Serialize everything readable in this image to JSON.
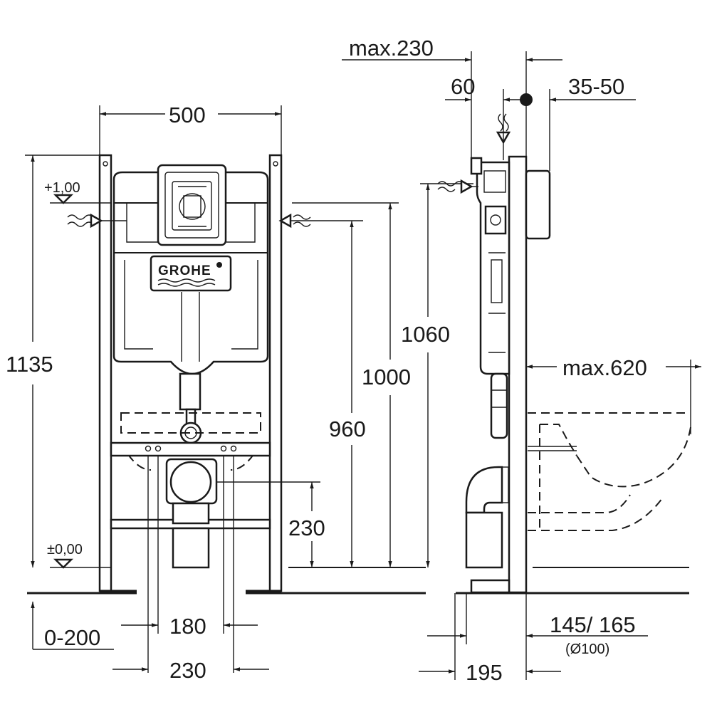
{
  "brand": {
    "logo_text": "GROHE"
  },
  "levels": {
    "upper": "+1,00",
    "floor": "±0,00"
  },
  "front_view": {
    "width": "500",
    "height": "1135",
    "inlet_height": "1060",
    "top_height": "1000",
    "cistern_height": "960",
    "drain_height": "230",
    "bolt_spacing_inner": "180",
    "bolt_spacing_outer": "230",
    "floor_adjust": "0-200"
  },
  "side_view": {
    "max_depth": "max.230",
    "offset": "60",
    "plate_depth": "35-50",
    "max_projection": "max.620",
    "drain_distance": "195",
    "drain_pipe": "145/ 165",
    "drain_diameter": "(Ø100)"
  }
}
